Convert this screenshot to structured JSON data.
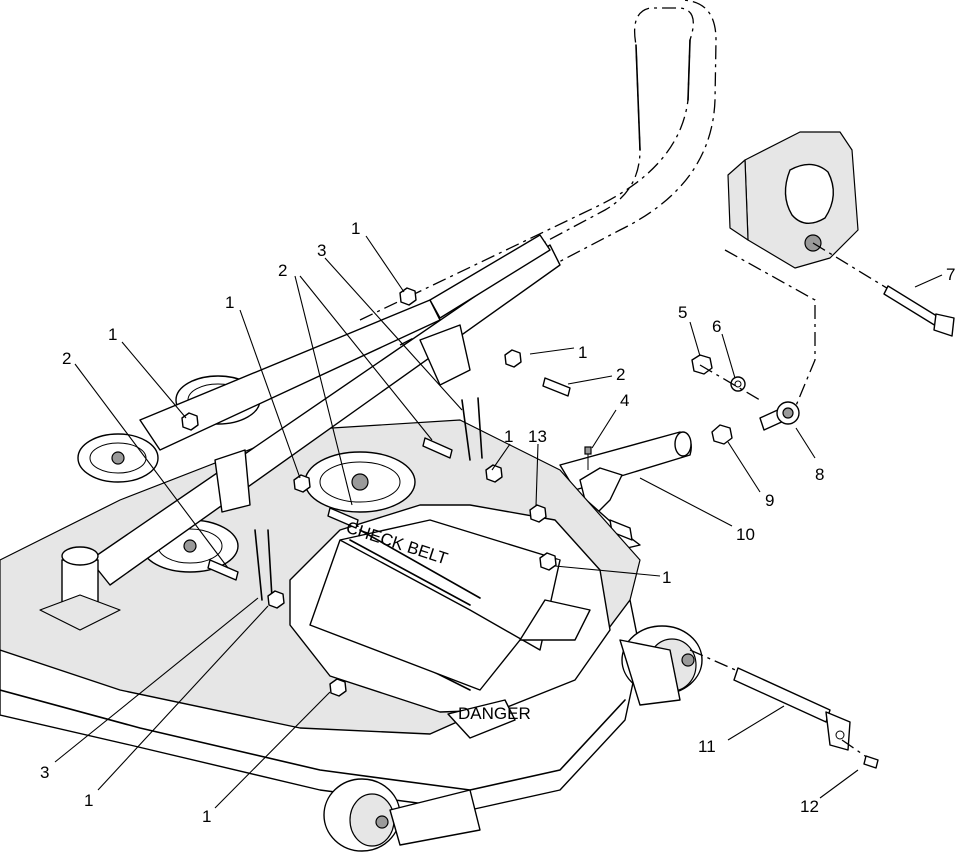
{
  "callouts": [
    {
      "id": "c1a",
      "label": "1"
    },
    {
      "id": "c1b",
      "label": "1"
    },
    {
      "id": "c1c",
      "label": "1"
    },
    {
      "id": "c1d",
      "label": "1"
    },
    {
      "id": "c1e",
      "label": "1"
    },
    {
      "id": "c1f",
      "label": "1"
    },
    {
      "id": "c1g",
      "label": "1"
    },
    {
      "id": "c1h",
      "label": "1"
    },
    {
      "id": "c2a",
      "label": "2"
    },
    {
      "id": "c2b",
      "label": "2"
    },
    {
      "id": "c2c",
      "label": "2"
    },
    {
      "id": "c3a",
      "label": "3"
    },
    {
      "id": "c3b",
      "label": "3"
    },
    {
      "id": "c4",
      "label": "4"
    },
    {
      "id": "c5",
      "label": "5"
    },
    {
      "id": "c6",
      "label": "6"
    },
    {
      "id": "c7",
      "label": "7"
    },
    {
      "id": "c8",
      "label": "8"
    },
    {
      "id": "c9",
      "label": "9"
    },
    {
      "id": "c10",
      "label": "10"
    },
    {
      "id": "c11",
      "label": "11"
    },
    {
      "id": "c12",
      "label": "12"
    },
    {
      "id": "c13",
      "label": "13"
    }
  ],
  "decals": {
    "danger": "DANGER",
    "check_belt": "CHECK BELT"
  }
}
